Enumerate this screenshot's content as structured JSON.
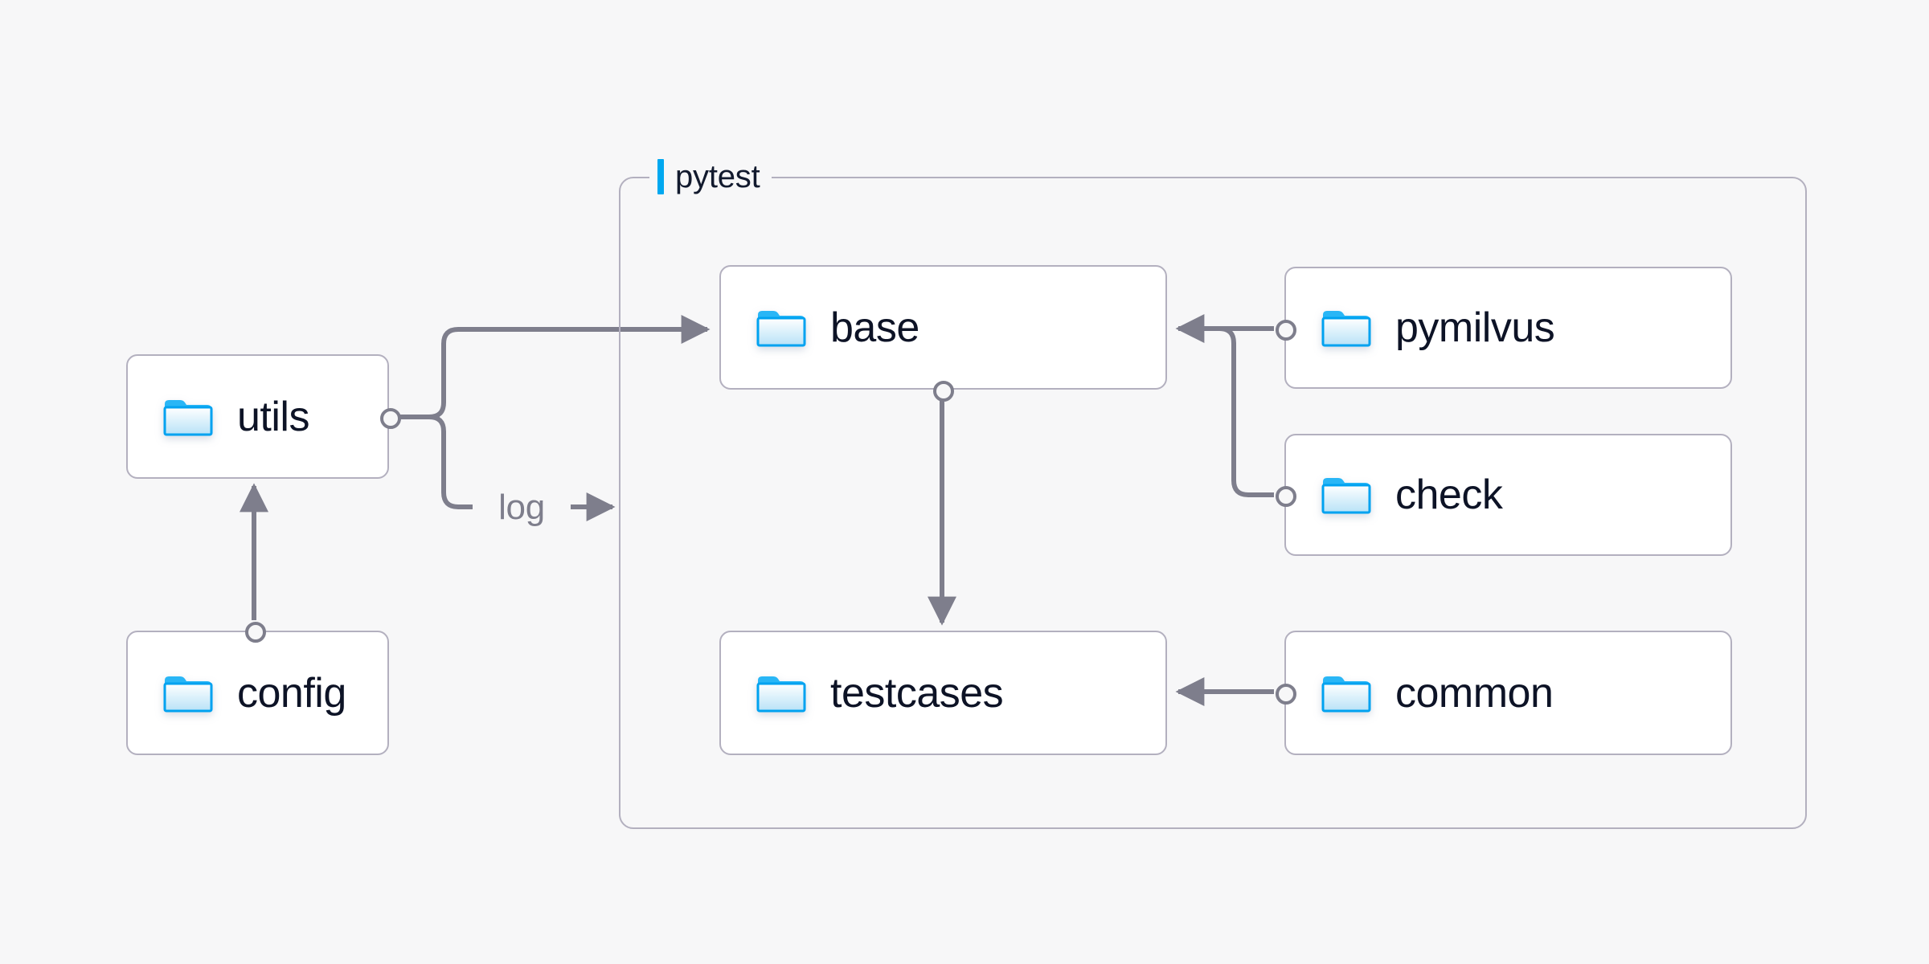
{
  "diagram": {
    "background_color": "#f7f7f8",
    "node_border_color": "#b3b0bf",
    "node_fill_color": "#ffffff",
    "edge_color": "#7e7e8c",
    "accent_color": "#00a8f0",
    "text_color": "#0d1326",
    "folder_icon_name": "folder-icon"
  },
  "group": {
    "label": "pytest",
    "accent_color": "#00a8f0"
  },
  "nodes": [
    {
      "id": "utils",
      "label": "utils",
      "icon": "folder-icon"
    },
    {
      "id": "config",
      "label": "config",
      "icon": "folder-icon"
    },
    {
      "id": "base",
      "label": "base",
      "icon": "folder-icon"
    },
    {
      "id": "testcases",
      "label": "testcases",
      "icon": "folder-icon"
    },
    {
      "id": "pymilvus",
      "label": "pymilvus",
      "icon": "folder-icon"
    },
    {
      "id": "check",
      "label": "check",
      "icon": "folder-icon"
    },
    {
      "id": "common",
      "label": "common",
      "icon": "folder-icon"
    }
  ],
  "edges": [
    {
      "id": "config-to-utils",
      "from": "config",
      "to": "utils",
      "label": ""
    },
    {
      "id": "utils-to-base",
      "from": "utils",
      "to": "base",
      "label": ""
    },
    {
      "id": "utils-to-pytest",
      "from": "utils",
      "to": "pytest",
      "label": "log"
    },
    {
      "id": "base-to-testcases",
      "from": "base",
      "to": "testcases",
      "label": ""
    },
    {
      "id": "pymilvus-to-base",
      "from": "pymilvus",
      "to": "base",
      "label": ""
    },
    {
      "id": "check-to-base",
      "from": "check",
      "to": "base",
      "label": ""
    },
    {
      "id": "common-to-testcases",
      "from": "common",
      "to": "testcases",
      "label": ""
    }
  ],
  "edge_labels": {
    "log": "log"
  }
}
